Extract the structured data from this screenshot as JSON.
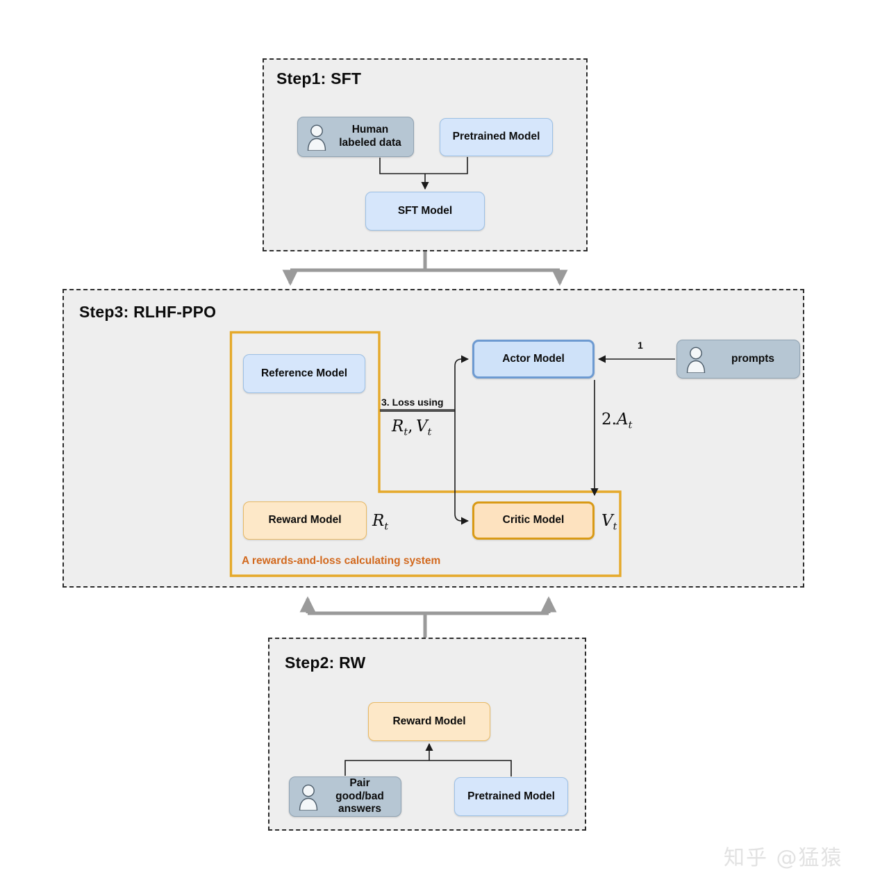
{
  "diagram": {
    "title_hidden": "",
    "steps": [
      {
        "id": "step1",
        "title": "Step1: SFT",
        "nodes": [
          {
            "id": "human-labeled-data",
            "label": "Human\nlabeled data",
            "style": "grey",
            "icon": "person-icon"
          },
          {
            "id": "pretrained-model-1",
            "label": "Pretrained Model",
            "style": "blue",
            "icon": ""
          },
          {
            "id": "sft-model",
            "label": "SFT Model",
            "style": "blue",
            "icon": ""
          }
        ]
      },
      {
        "id": "step3",
        "title": "Step3: RLHF-PPO",
        "nodes": [
          {
            "id": "reference-model",
            "label": "Reference Model",
            "style": "blue",
            "icon": ""
          },
          {
            "id": "reward-model-ppo",
            "label": "Reward Model",
            "style": "orange",
            "icon": ""
          },
          {
            "id": "actor-model",
            "label": "Actor Model",
            "style": "blue-strong",
            "icon": ""
          },
          {
            "id": "critic-model",
            "label": "Critic Model",
            "style": "orange-strong",
            "icon": ""
          },
          {
            "id": "prompts",
            "label": "prompts",
            "style": "grey",
            "icon": "person-icon"
          }
        ],
        "system_caption": "A rewards-and-loss calculating system",
        "edge_labels": {
          "prompt_to_actor": "1",
          "loss_using": "3. Loss using",
          "loss_terms": "R_t, V_t",
          "advantage": "2.A_t",
          "reward_out": "R_t",
          "value_out": "V_t"
        }
      },
      {
        "id": "step2",
        "title": "Step2: RW",
        "nodes": [
          {
            "id": "reward-model-rw",
            "label": "Reward Model",
            "style": "orange",
            "icon": ""
          },
          {
            "id": "pair-answers",
            "label": "Pair good/bad\nanswers",
            "style": "grey",
            "icon": "person-icon"
          },
          {
            "id": "pretrained-model-2",
            "label": "Pretrained Model",
            "style": "blue",
            "icon": ""
          }
        ]
      }
    ]
  },
  "labels": {
    "step1_title": "Step1: SFT",
    "step2_title": "Step2: RW",
    "step3_title": "Step3: RLHF-PPO",
    "human_labeled_data_l1": "Human",
    "human_labeled_data_l2": "labeled data",
    "pretrained_model_1": "Pretrained Model",
    "sft_model": "SFT Model",
    "reference_model": "Reference Model",
    "reward_model_ppo": "Reward Model",
    "actor_model": "Actor Model",
    "critic_model": "Critic Model",
    "prompts": "prompts",
    "system_caption": "A rewards-and-loss calculating system",
    "edge_one": "1",
    "loss_using": "3. Loss using",
    "reward_model_rw": "Reward Model",
    "pair_answers_l1": "Pair good/bad",
    "pair_answers_l2": "answers",
    "pretrained_model_2": "Pretrained Model"
  },
  "math": {
    "loss_terms_R": "R",
    "loss_terms_sub_t1": "t",
    "loss_terms_comma": ",",
    "loss_terms_V": "V",
    "loss_terms_sub_t2": "t",
    "advantage_num": "2.",
    "advantage_A": "A",
    "advantage_sub": "t",
    "reward_out_R": "R",
    "reward_out_sub": "t",
    "value_out_V": "V",
    "value_out_sub": "t"
  },
  "colors": {
    "canvas_bg": "#ffffff",
    "step_bg": "#eeeeee",
    "step_border": "#2b2b2b",
    "node_blue_fill": "#d6e6fb",
    "node_blue_border": "#9cc0e5",
    "node_blue_strong_border": "#6d9ad1",
    "node_grey_fill": "#b6c6d3",
    "node_orange_fill": "#fde8c8",
    "node_orange_border": "#e8b964",
    "node_orange_strong_border": "#d99a15",
    "system_region_border": "#e5a92a",
    "system_caption_text": "#d2691e",
    "connector_grey": "#9a9a9a",
    "connector_black": "#1b1b1b",
    "watermark": "#e2e2e2"
  },
  "watermark": {
    "text": "知乎 @猛猿"
  }
}
